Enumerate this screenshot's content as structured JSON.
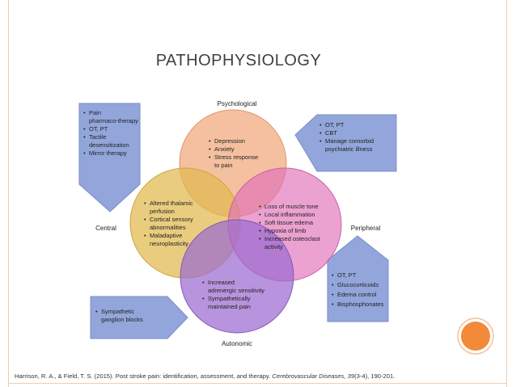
{
  "title": "PATHOPHYSIOLOGY",
  "colors": {
    "psychological_circle": "#f0a77b",
    "central_circle": "#e2b94e",
    "peripheral_circle": "#e070b8",
    "autonomic_circle": "#9b6bd0",
    "arrow_box": "#8ea2da",
    "accent_orange": "#f28a3a",
    "frame": "#f2cdb0"
  },
  "diagram": {
    "labels": {
      "psychological": "Psychological",
      "central": "Central",
      "peripheral": "Peripheral",
      "autonomic": "Autonomic"
    },
    "circles": {
      "psychological": [
        "Depression",
        "Anxiety",
        "Stress response",
        "to pain"
      ],
      "central": [
        "Altered thalamic",
        "perfusion",
        "Cortical sensory",
        "abnormalities",
        "Maladaptive",
        "neuroplasticity"
      ],
      "peripheral": [
        "Loss of muscle tone",
        "Local inflammation",
        "Soft tissue edema",
        "Hypoxia of limb",
        "Increased osteoclast",
        "activity"
      ],
      "autonomic": [
        "Increased",
        "adrenergic sensitivity",
        "Sympathetically",
        "maintained pain"
      ]
    },
    "boxes": {
      "central_treatment": [
        "Pain",
        "pharmaco-therapy",
        "OT, PT",
        "Tactile",
        "desensitization",
        "Mirror therapy"
      ],
      "psychological_treatment": [
        "OT, PT",
        "CBT",
        "Manage comorbid",
        "psychiatric illness"
      ],
      "peripheral_treatment": [
        "OT, PT",
        "Glucocorticoids",
        "Edema control",
        "Bisphosphonates"
      ],
      "autonomic_treatment": [
        "Sympathetic",
        "ganglion blocks"
      ]
    }
  },
  "citation": {
    "authors": "Harrison, R. A., & Field, T. S. (2015). Post stroke pain: identification, assessment, and therapy. ",
    "journal": "Cerebrovascular Diseases, 39",
    "issue": "(3-4), 190-201."
  }
}
